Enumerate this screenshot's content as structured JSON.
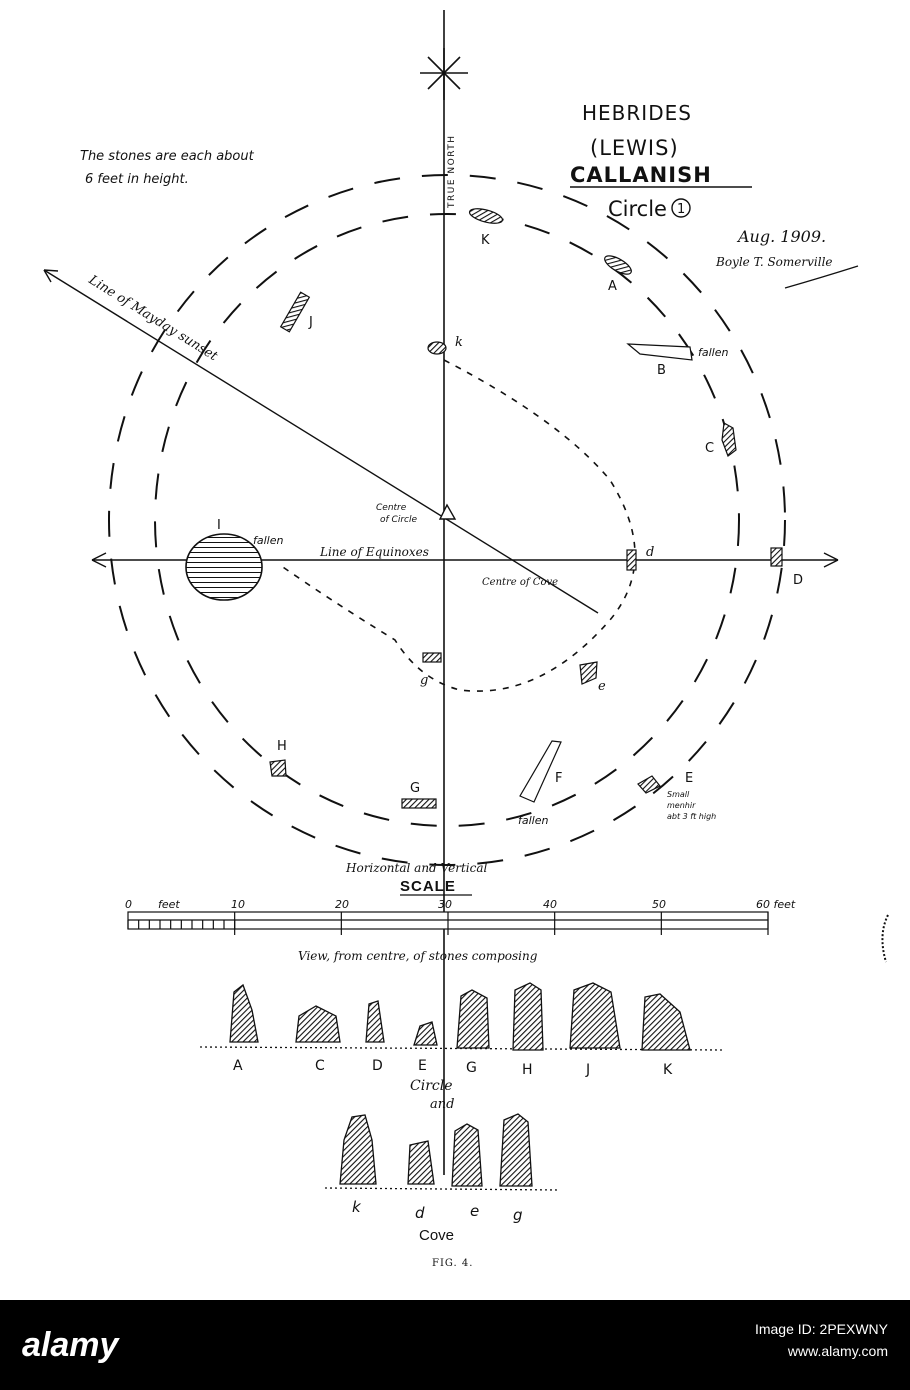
{
  "header": {
    "title_1": "HEBRIDES",
    "title_2": "(LEWIS)",
    "title_3": "CALLANISH",
    "title_4": "Circle",
    "circle_number": "1",
    "date": "Aug. 1909.",
    "signature": "Boyle T. Somerville"
  },
  "note": {
    "line_1": "The stones are each about",
    "line_2": "6 feet in height."
  },
  "plan": {
    "true_north": "TRUE NORTH",
    "mayday_line": "Line of Mayday sunset",
    "equinox_line": "Line of Equinoxes",
    "centre_of_circle": [
      "Centre",
      "of Circle"
    ],
    "centre_of_cove": "Centre of Cove",
    "stones": {
      "K": "K",
      "A": "A",
      "J": "J",
      "k": "k",
      "B": "B",
      "C": "C",
      "I": "I",
      "d": "d",
      "D": "D",
      "g": "g",
      "e": "e",
      "H": "H",
      "G": "G",
      "F": "F",
      "E": "E"
    },
    "fallen": "fallen",
    "small_menhir": [
      "Small",
      "menhir",
      "abt 3 ft high"
    ]
  },
  "scale": {
    "line_1": "Horizontal and Vertical",
    "line_2": "SCALE",
    "unit": "feet",
    "ticks": [
      "0",
      "10",
      "20",
      "30",
      "40",
      "50",
      "60 feet"
    ]
  },
  "view": {
    "caption": "View, from centre, of stones composing",
    "circle_labels": [
      "A",
      "C",
      "D",
      "E",
      "G",
      "H",
      "J",
      "K"
    ],
    "mid_1": "Circle",
    "mid_2": "and",
    "cove_labels": [
      "k",
      "d",
      "e",
      "g"
    ],
    "cove": "Cove"
  },
  "figure": "FIG. 4.",
  "footer": {
    "brand_1": "alamy",
    "brand_2": "alamy",
    "image_id_line": "Image ID: 2PEXWNY",
    "url_line": "www.alamy.com"
  }
}
